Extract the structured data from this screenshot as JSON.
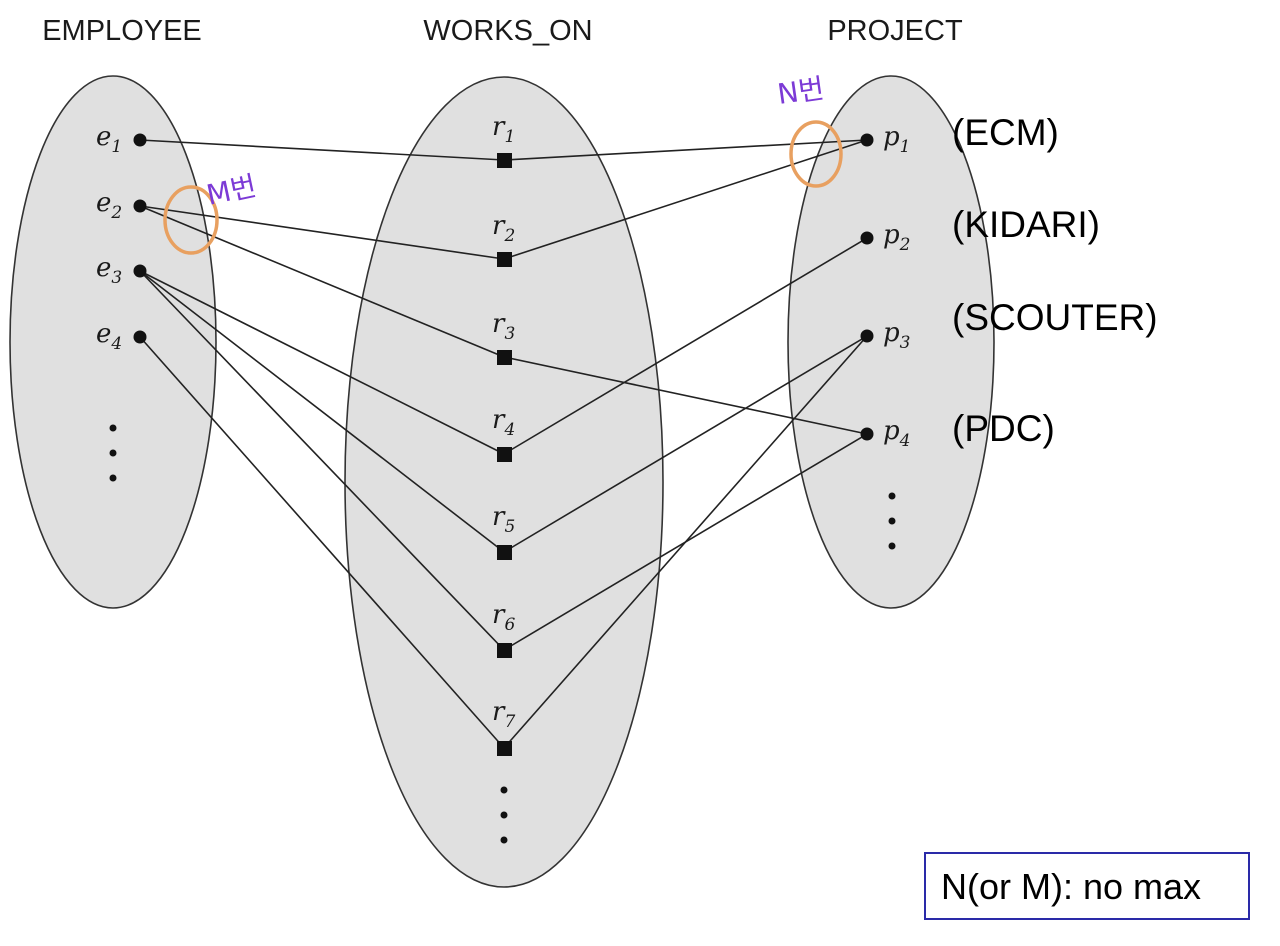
{
  "headers": {
    "employee": "EMPLOYEE",
    "works_on": "WORKS_ON",
    "project": "PROJECT"
  },
  "employees": [
    {
      "id": "e1",
      "letter": "e",
      "sub": "1"
    },
    {
      "id": "e2",
      "letter": "e",
      "sub": "2"
    },
    {
      "id": "e3",
      "letter": "e",
      "sub": "3"
    },
    {
      "id": "e4",
      "letter": "e",
      "sub": "4"
    }
  ],
  "relationships": [
    {
      "id": "r1",
      "letter": "r",
      "sub": "1"
    },
    {
      "id": "r2",
      "letter": "r",
      "sub": "2"
    },
    {
      "id": "r3",
      "letter": "r",
      "sub": "3"
    },
    {
      "id": "r4",
      "letter": "r",
      "sub": "4"
    },
    {
      "id": "r5",
      "letter": "r",
      "sub": "5"
    },
    {
      "id": "r6",
      "letter": "r",
      "sub": "6"
    },
    {
      "id": "r7",
      "letter": "r",
      "sub": "7"
    }
  ],
  "projects": [
    {
      "id": "p1",
      "letter": "p",
      "sub": "1",
      "name": "(ECM)"
    },
    {
      "id": "p2",
      "letter": "p",
      "sub": "2",
      "name": "(KIDARI)"
    },
    {
      "id": "p3",
      "letter": "p",
      "sub": "3",
      "name": "(SCOUTER)"
    },
    {
      "id": "p4",
      "letter": "p",
      "sub": "4",
      "name": "(PDC)"
    }
  ],
  "links": [
    [
      "e1",
      "r1"
    ],
    [
      "e2",
      "r2"
    ],
    [
      "e2",
      "r3"
    ],
    [
      "e3",
      "r4"
    ],
    [
      "e3",
      "r5"
    ],
    [
      "e3",
      "r6"
    ],
    [
      "e4",
      "r7"
    ],
    [
      "r1",
      "p1"
    ],
    [
      "r2",
      "p1"
    ],
    [
      "r3",
      "p4"
    ],
    [
      "r4",
      "p2"
    ],
    [
      "r5",
      "p3"
    ],
    [
      "r6",
      "p4"
    ],
    [
      "r7",
      "p3"
    ]
  ],
  "annotations": {
    "employee_side": "M번",
    "project_side": "N번"
  },
  "note": "N(or M): no max",
  "colors": {
    "ellipse_fill": "#e0e0e0",
    "highlight": "#e8a060",
    "handwriting": "#7c3ad6",
    "note_border": "#2a2aa8"
  }
}
